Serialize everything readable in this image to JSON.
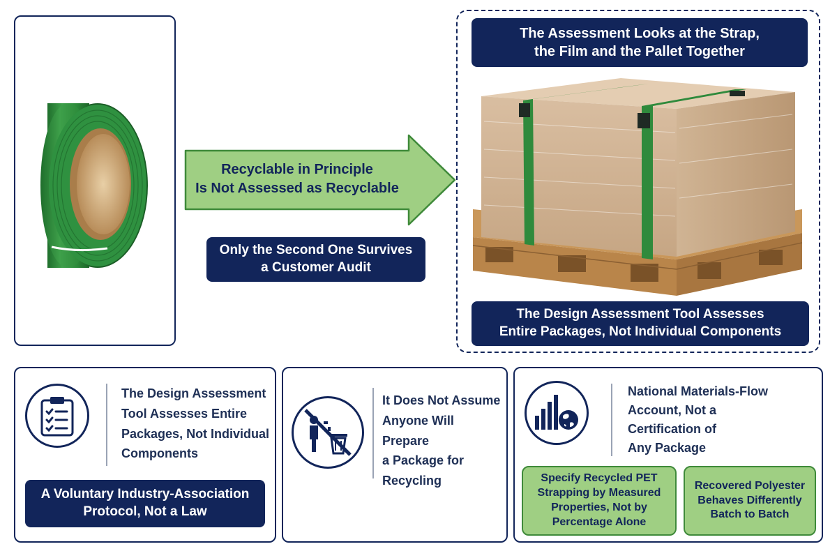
{
  "top": {
    "arrow_label": "Recyclable in Principle\nIs Not Assessed as Recyclable",
    "audit_note": "Only the Second One Survives\na Customer Audit",
    "assessment_header": "The Assessment Looks at the Strap,\nthe Film and the Pallet Together",
    "assessment_footer": "The Design Assessment Tool Assesses\nEntire Packages, Not Individual Components"
  },
  "cards": [
    {
      "icon": "clipboard-checklist-icon",
      "text": "The Design Assessment\nTool Assesses Entire\nPackages, Not Individual\nComponents",
      "note": "A Voluntary Industry-Association\nProtocol, Not a Law"
    },
    {
      "icon": "no-recycling-bin-icon",
      "text": "It Does Not Assume\nAnyone Will Prepare\na Package for\nRecycling"
    },
    {
      "icon": "bar-chart-globe-icon",
      "text": "National Materials-Flow\nAccount, Not a\nCertification of\nAny Package",
      "tags": [
        "Specify Recycled PET\nStrapping by Measured\nProperties, Not by\nPercentage Alone",
        "Recovered Polyester\nBehaves Differently\nBatch to Batch"
      ]
    }
  ],
  "colors": {
    "navy": "#12255a",
    "green_fill": "#9fcf83",
    "green_border": "#3f8a3a",
    "strap_green": "#2f8a3c"
  }
}
